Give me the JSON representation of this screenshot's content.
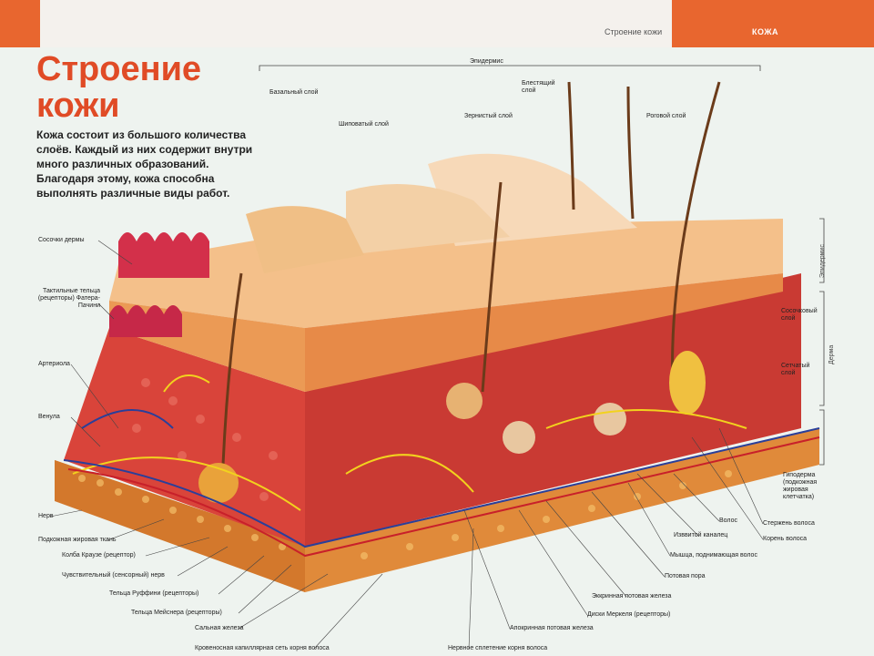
{
  "header": {
    "section": "Строение кожи",
    "topic": "КОЖА"
  },
  "title": "Строение кожи",
  "intro": "Кожа состоит из большого количества слоёв. Каждый из них содержит внутри много различных образований. Благодаря этому, кожа способна выполнять различные виды работ.",
  "layers_top": {
    "epidermis": "Эпидермис",
    "basal": "Базальный слой",
    "spinous": "Шиповатый слой",
    "granular": "Зернистый слой",
    "lucid": "Блестящий слой",
    "horny": "Роговой слой"
  },
  "side_labels": {
    "epidermis": "Эпидермис",
    "papillary": "Сосочковый слой",
    "reticular": "Сетчатый слой",
    "dermis": "Дерма",
    "hypodermis": "Гиподерма (подкожная жировая клетчатка)"
  },
  "left_labels": {
    "papillae": "Сосочки дермы",
    "pacini": "Тактильные тельца (рецепторы) Фатера-Пачини",
    "arteriole": "Артериола",
    "venule": "Венула",
    "nerve": "Нерв",
    "fat": "Подкожная жировая ткань",
    "krause": "Колба Краузе (рецептор)",
    "sensory_nerve": "Чувствительный (сенсорный) нерв",
    "ruffini": "Тельца Руффини (рецепторы)",
    "meissner": "Тельца Мейснера (рецепторы)",
    "sebaceous": "Сальная железа",
    "capillary": "Кровеносная капиллярная сеть корня волоса"
  },
  "right_labels": {
    "hair_shaft": "Стержень волоса",
    "hair_root": "Корень волоса",
    "hair": "Волос",
    "excretory_duct": "Изввитой каналец",
    "muscle": "Мышца, поднимающая волос",
    "sweat_pore": "Потовая пора",
    "eccrine": "Эккринная потовая железа",
    "merkel": "Диски Меркеля (рецепторы)",
    "apocrine": "Апокринная потовая железа",
    "nerve_plexus": "Нервное сплетение корня волоса"
  },
  "colors": {
    "accent": "#e8662f",
    "title": "#e04b26",
    "dermis": "#d9443a",
    "epidermis": "#f4c08a",
    "fat": "#e08a3a",
    "nerve": "#f2d21e",
    "vein": "#2a3f9a",
    "artery": "#c8202a"
  }
}
